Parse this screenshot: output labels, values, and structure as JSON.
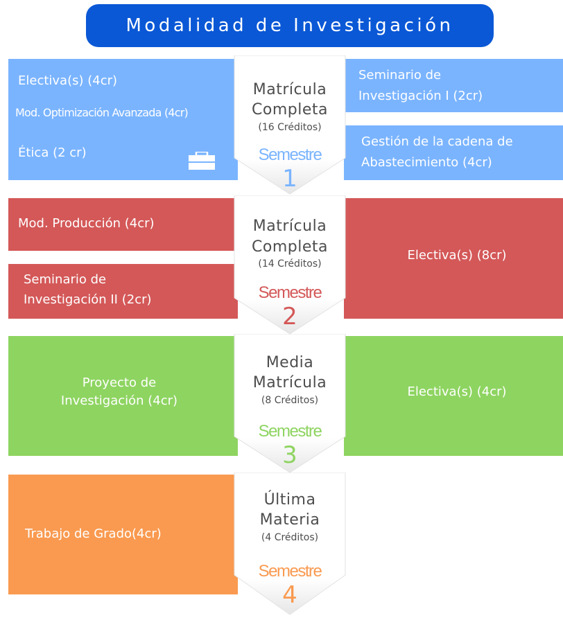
{
  "title": "Modalidad de Investigación",
  "colors": {
    "title_bg": "#0a58d6",
    "semester1": "#7ab4ff",
    "semester2": "#d45858",
    "semester3": "#8ed461",
    "semester4": "#f99a50",
    "center_text": "#4d4d4d"
  },
  "semesters": [
    {
      "center_line1": "Matrícula",
      "center_line2": "Completa",
      "credits": "(16 Créditos)",
      "word": "Semestre",
      "number": "1",
      "left": [
        "Electiva(s) (4cr)",
        "Mod. Optimización Avanzada (4cr)",
        "Ética (2 cr)"
      ],
      "right": [
        "Seminario de",
        "Investigación I (2cr)",
        "Gestión de la cadena de",
        "Abastecimiento (4cr)"
      ],
      "icon": "briefcase-icon"
    },
    {
      "center_line1": "Matrícula",
      "center_line2": "Completa",
      "credits": "(14 Créditos)",
      "word": "Semestre",
      "number": "2",
      "left": [
        "Mod. Producción (4cr)",
        "Seminario de",
        "Investigación II (2cr)"
      ],
      "right": [
        "Electiva(s) (8cr)"
      ]
    },
    {
      "center_line1": "Media",
      "center_line2": "Matrícula",
      "credits": "(8 Créditos)",
      "word": "Semestre",
      "number": "3",
      "left": [
        "Proyecto de",
        "Investigación (4cr)"
      ],
      "right": [
        "Electiva(s) (4cr)"
      ]
    },
    {
      "center_line1": "Última",
      "center_line2": "Materia",
      "credits": "(4 Créditos)",
      "word": "Semestre",
      "number": "4",
      "left": [
        "Trabajo de Grado(4cr)"
      ],
      "right": []
    }
  ]
}
